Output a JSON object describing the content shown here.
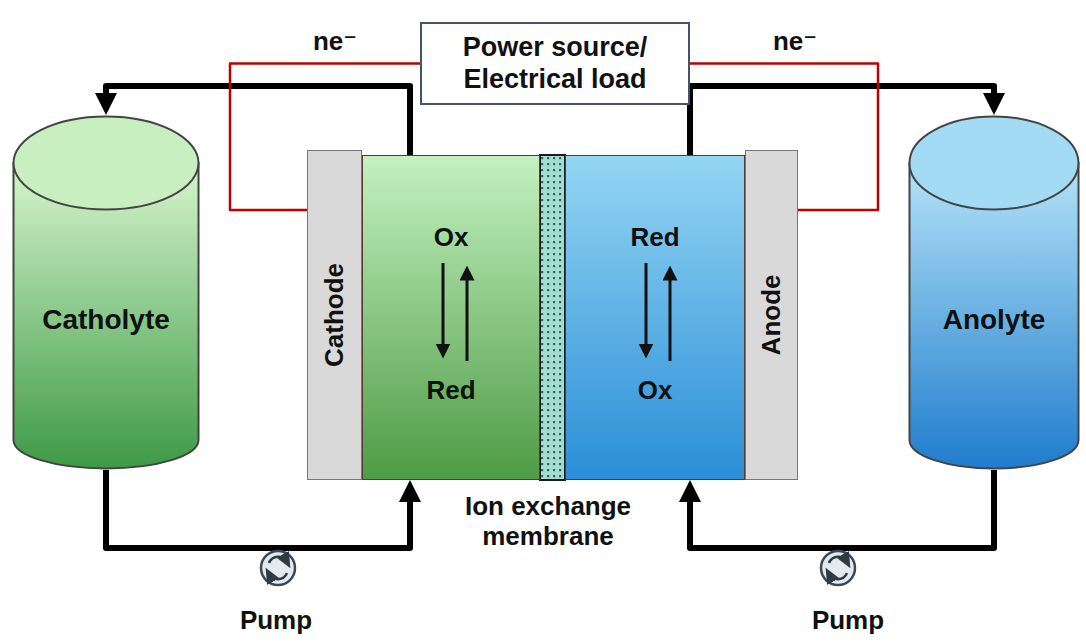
{
  "diagram": {
    "nodes": [
      {
        "text": [
          "Power source/ Electrical load"
        ]
      },
      {
        "text": [
          "Catholyte"
        ]
      },
      {
        "text": [
          "Cathode"
        ]
      },
      {
        "text": [
          "Ox",
          "Red"
        ]
      },
      {
        "text": [
          "Red",
          "Ox"
        ]
      },
      {
        "text": [
          "Anode"
        ]
      },
      {
        "text": [
          "Anolyte"
        ]
      }
    ],
    "edges": [
      {
        "from": 1,
        "to": 3,
        "arrow": "to"
      },
      {
        "from": 3,
        "to": 1,
        "arrow": "to"
      },
      {
        "from": 6,
        "to": 4,
        "arrow": "to"
      },
      {
        "from": 4,
        "to": 6,
        "arrow": "to"
      },
      {
        "from": 0,
        "to": 2,
        "arrow": "none"
      },
      {
        "from": 0,
        "to": 5,
        "arrow": "none"
      }
    ],
    "labels": [
      "ne⁻",
      "ne⁻",
      "Ion exchange membrane",
      "Pump",
      "Pump"
    ]
  }
}
